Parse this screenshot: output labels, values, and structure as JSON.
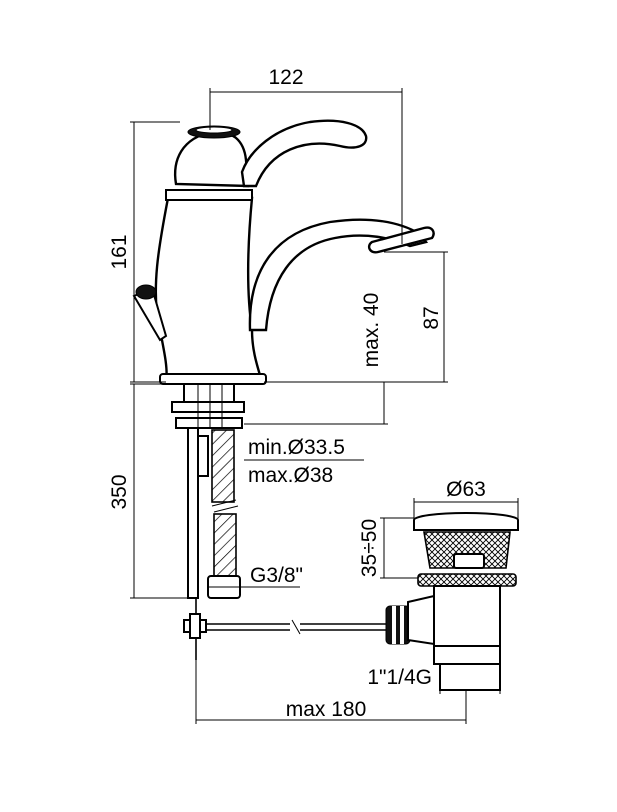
{
  "dimensions": {
    "width_top": "122",
    "height_total": "161",
    "spout_height": "87",
    "deck_thickness": "max. 40",
    "hole_min": "min.Ø33.5",
    "hole_max": "max.Ø38",
    "hose_length": "350",
    "thread": "G3/8\"",
    "waste_diameter": "Ø63",
    "waste_range": "35÷50",
    "waste_thread": "1\"1/4G",
    "rod_length": "max 180"
  }
}
